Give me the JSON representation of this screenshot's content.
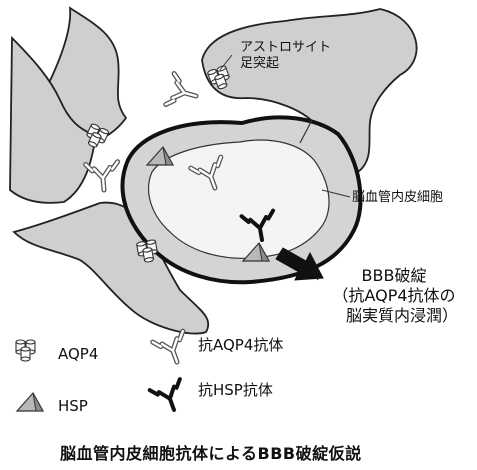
{
  "diagram": {
    "title": "脳血管内皮細胞抗体によるBBB破綻仮説",
    "labels": {
      "astrocyte_line1": "アストロサイト",
      "astrocyte_line2": "足突起",
      "endothelial": "脳血管内皮細胞",
      "bbb_line1": "BBB破綻",
      "bbb_line2": "（抗AQP4抗体の",
      "bbb_line3": "脳実質内浸潤）"
    },
    "legend": {
      "aqp4": "AQP4",
      "hsp": "HSP",
      "anti_aqp4": "抗AQP4抗体",
      "anti_hsp": "抗HSP抗体"
    }
  },
  "colors": {
    "astrocyte_fill": "#cfcfcf",
    "endothelium_fill": "#d4d4d4",
    "lumen_fill": "#f4f4f4",
    "anti_hsp_antibody": "#111111",
    "anti_aqp4_antibody": "#777777"
  }
}
